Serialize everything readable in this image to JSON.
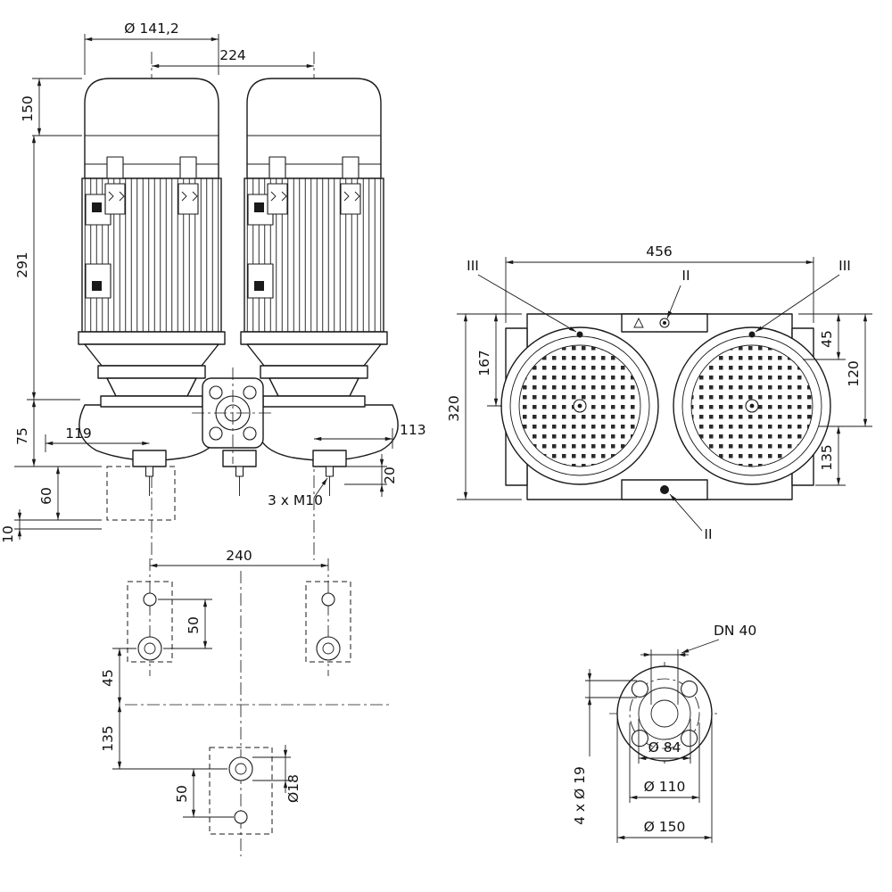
{
  "front": {
    "dia_cap": "Ø 141,2",
    "spacing": "224",
    "cap_h": "150",
    "motor_h": "291",
    "pump_h": "75",
    "off_left": "119",
    "off_right": "113",
    "base_h": "60",
    "plate_t": "10",
    "anchor": "3 x M10",
    "foot_h": "20"
  },
  "top": {
    "width": "456",
    "depth": "320",
    "center_h": "167",
    "d45": "45",
    "d120": "120",
    "d135": "135",
    "sec_top": "II",
    "sec_bottom": "II",
    "sec_left": "III",
    "sec_right": "III"
  },
  "plan": {
    "spacing": "240",
    "pitch_a": "50",
    "d45": "45",
    "d135": "135",
    "pitch_b": "50",
    "hole": "Ø18"
  },
  "flange": {
    "dn": "DN 40",
    "face": "Ø 84",
    "bc": "Ø 110",
    "od": "Ø 150",
    "holes": "4 x Ø 19"
  }
}
